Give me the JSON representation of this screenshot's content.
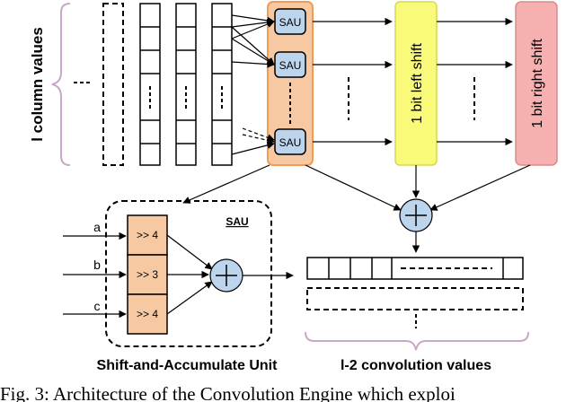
{
  "left_label": "l column values",
  "sau_unit": {
    "label": "SAU"
  },
  "left_shift": {
    "label": "1 bit left shift"
  },
  "right_shift": {
    "label": "1 bit right shift"
  },
  "detail": {
    "title": "SAU",
    "inputs": [
      "a",
      "b",
      "c"
    ],
    "shifts": [
      ">> 4",
      ">> 3",
      ">> 4"
    ],
    "caption": "Shift-and-Accumulate Unit"
  },
  "output": {
    "caption": "l-2 convolution values"
  },
  "figure_caption": "Fig. 3: Architecture of the Convolution Engine which exploi"
}
